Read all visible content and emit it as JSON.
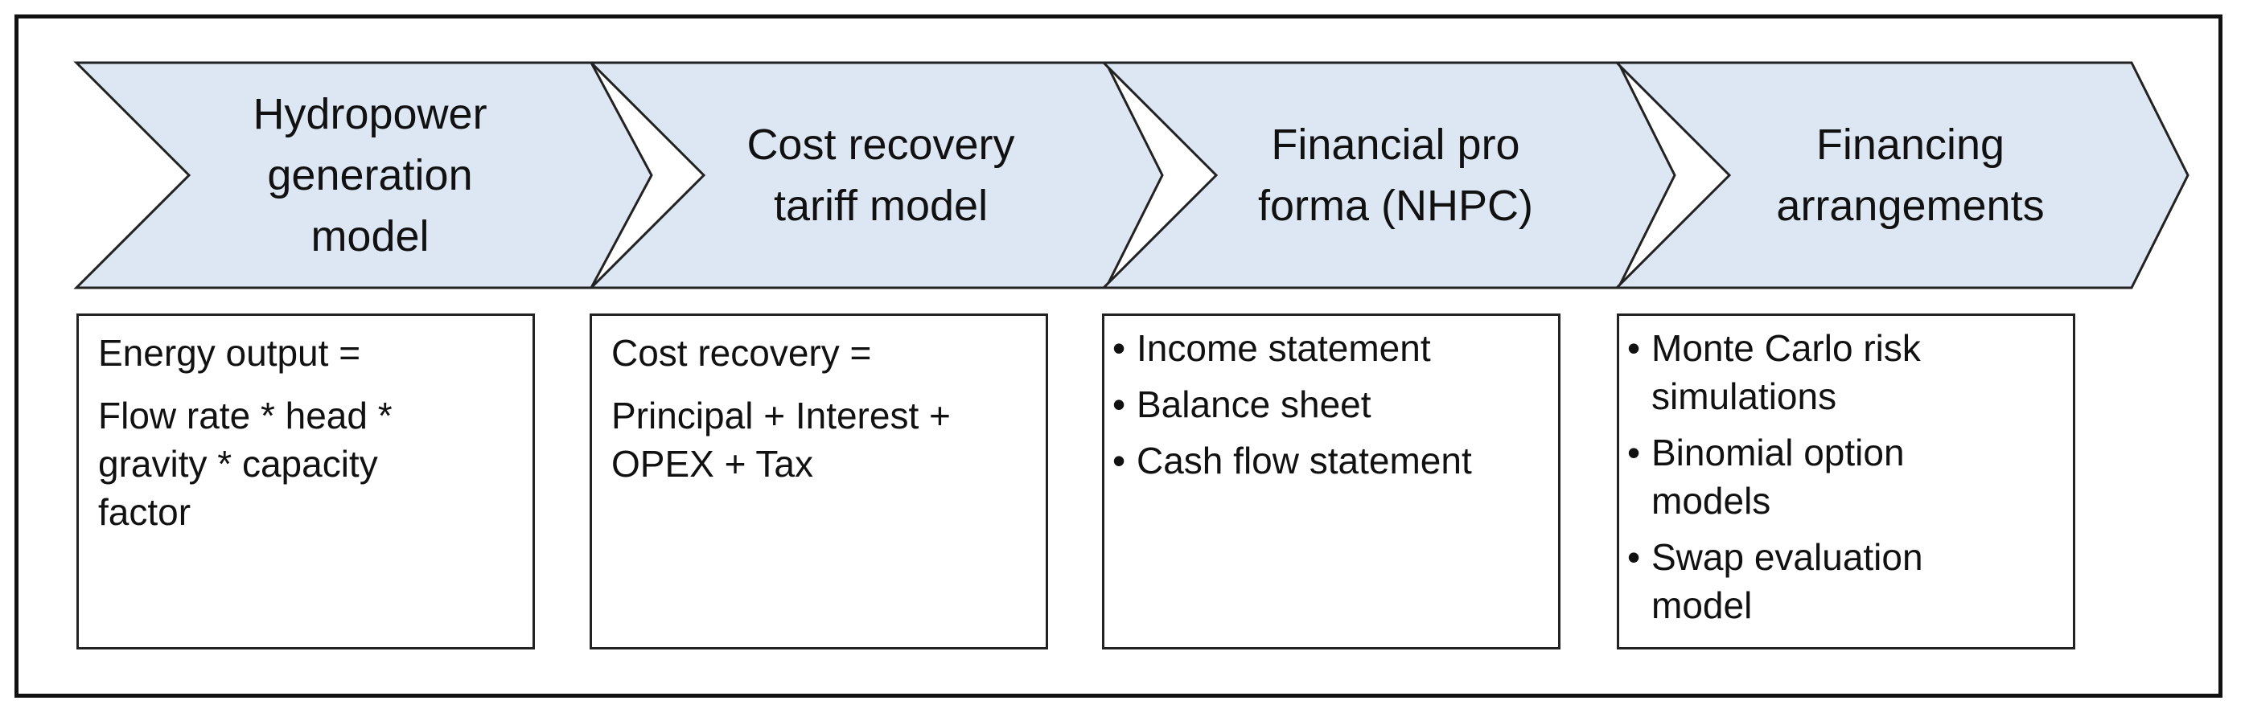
{
  "colors": {
    "chevron_fill": "#dce7f3",
    "chevron_stroke": "#222222",
    "frame_border": "#111111"
  },
  "chevrons": [
    {
      "label": "Hydropower generation model"
    },
    {
      "label": "Cost recovery tariff model"
    },
    {
      "label": "Financial pro forma (NHPC)"
    },
    {
      "label": "Financing arrangements"
    }
  ],
  "boxes": [
    {
      "formula_name": "Energy output =",
      "formula_expr": "Flow rate * head * gravity * capacity factor"
    },
    {
      "formula_name": "Cost recovery =",
      "formula_expr": "Principal + Interest + OPEX + Tax"
    },
    {
      "bullets": [
        "Income statement",
        "Balance sheet",
        "Cash flow statement"
      ]
    },
    {
      "bullets": [
        "Monte Carlo risk simulations",
        "Binomial option models",
        "Swap evaluation model"
      ]
    }
  ],
  "bullet_glyph": "•"
}
